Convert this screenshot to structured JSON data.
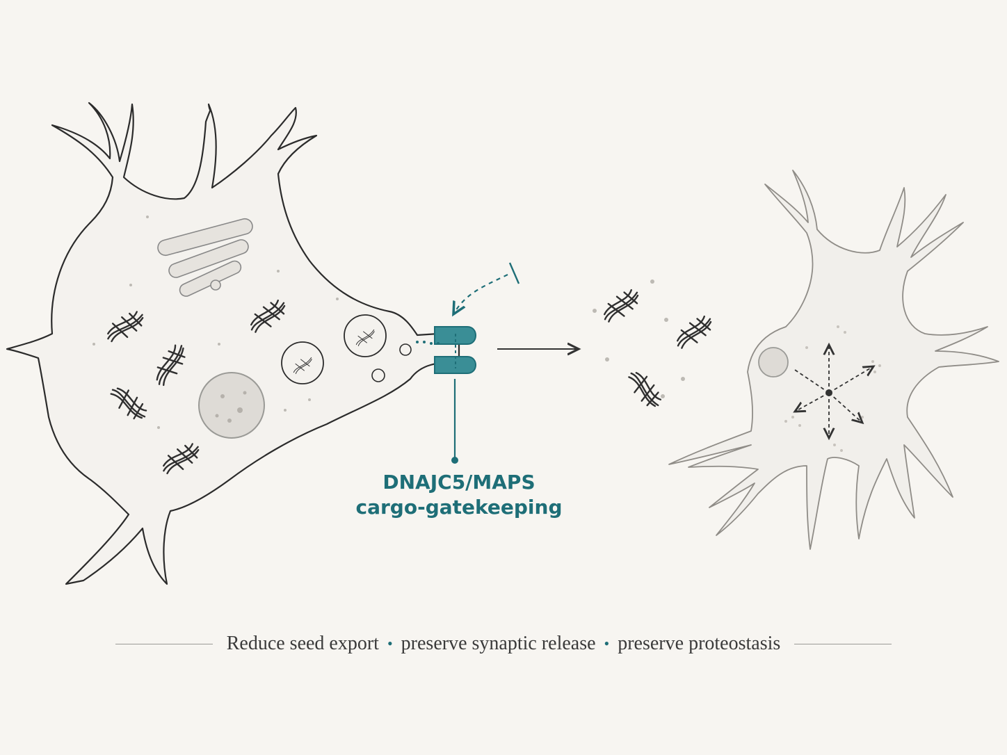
{
  "gatekeeper": {
    "line1": "DNAJC5/MAPS",
    "line2": "cargo-gatekeeping"
  },
  "caption": {
    "part1": "Reduce seed export",
    "part2": "preserve synaptic release",
    "part3": "preserve proteostasis",
    "separator": "•"
  },
  "colors": {
    "accent": "#1e6e77",
    "ink": "#2b2b2b",
    "background": "#f7f5f1"
  }
}
